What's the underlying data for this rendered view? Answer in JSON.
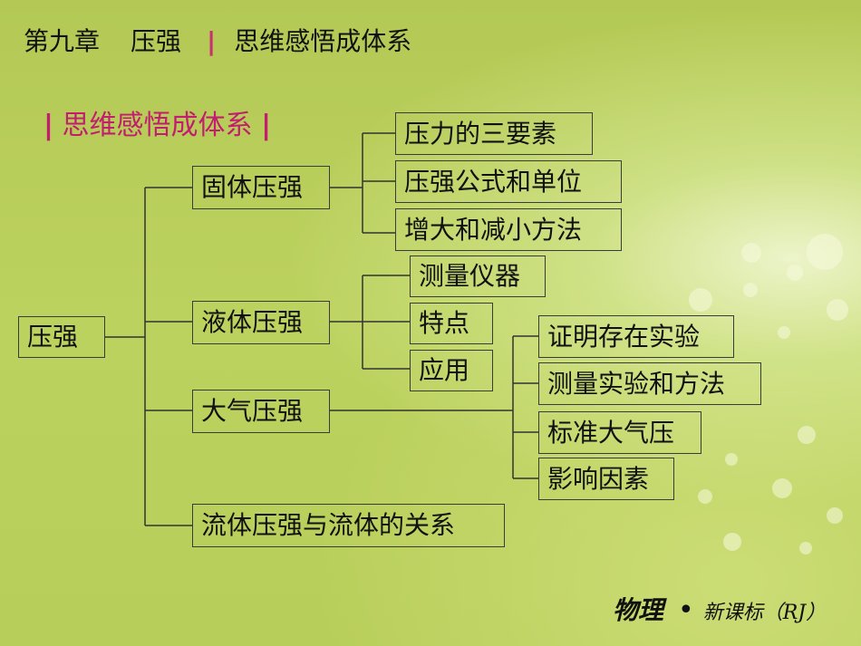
{
  "header": {
    "chapter": "第九章",
    "topic": "压强",
    "separator": "|",
    "subtitle": "思维感悟成体系"
  },
  "section": {
    "bar_left": "|",
    "title": "思维感悟成体系",
    "bar_right": "|"
  },
  "diagram": {
    "root": "压强",
    "branches": [
      {
        "label": "固体压强",
        "children": [
          "压力的三要素",
          "压强公式和单位",
          "增大和减小方法"
        ]
      },
      {
        "label": "液体压强",
        "children": [
          "测量仪器",
          "特点",
          "应用"
        ]
      },
      {
        "label": "大气压强",
        "children": [
          "证明存在实验",
          "测量实验和方法",
          "标准大气压",
          "影响因素"
        ]
      },
      {
        "label": "流体压强与流体的关系",
        "children": []
      }
    ]
  },
  "footer": {
    "subject": "物理",
    "bullet": "•",
    "edition": "新课标（RJ）"
  }
}
